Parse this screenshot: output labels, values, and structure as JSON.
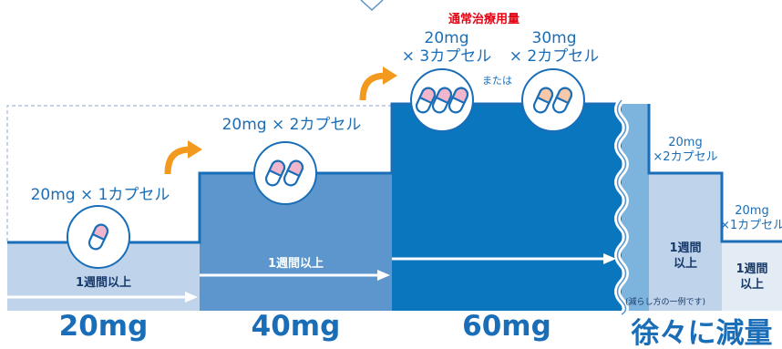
{
  "steps": [
    {
      "dose_label": "20mg",
      "capsule_label": "20mg × 1カプセル",
      "duration": "1週間以上"
    },
    {
      "dose_label": "40mg",
      "capsule_label": "20mg × 2カプセル",
      "duration": "1週間以上"
    },
    {
      "dose_label": "60mg",
      "standard_label": "通常治療用量",
      "option_a": {
        "line1": "20mg",
        "line2": "× 3カプセル"
      },
      "or_label": "または",
      "option_b": {
        "line1": "30mg",
        "line2": "× 2カプセル"
      }
    }
  ],
  "taper": {
    "title": "徐々に減量",
    "step1": {
      "line1": "20mg",
      "line2": "×2カプセル",
      "duration_line1": "1週間",
      "duration_line2": "以上"
    },
    "step2": {
      "line1": "20mg",
      "line2": "×1カプセル",
      "duration_line1": "1週間",
      "duration_line2": "以上"
    },
    "note": "(減らし方の一例です)"
  },
  "colors": {
    "step1_fill": "#bfd3ea",
    "step2_fill": "#5c96cc",
    "step3_fill": "#0a76be",
    "line": "#1a6eb8",
    "arrow_orange": "#f39a1e",
    "capsule_pink": "#f2b6cc",
    "capsule_peach": "#f7c9a8",
    "accent_red": "#e60012"
  }
}
